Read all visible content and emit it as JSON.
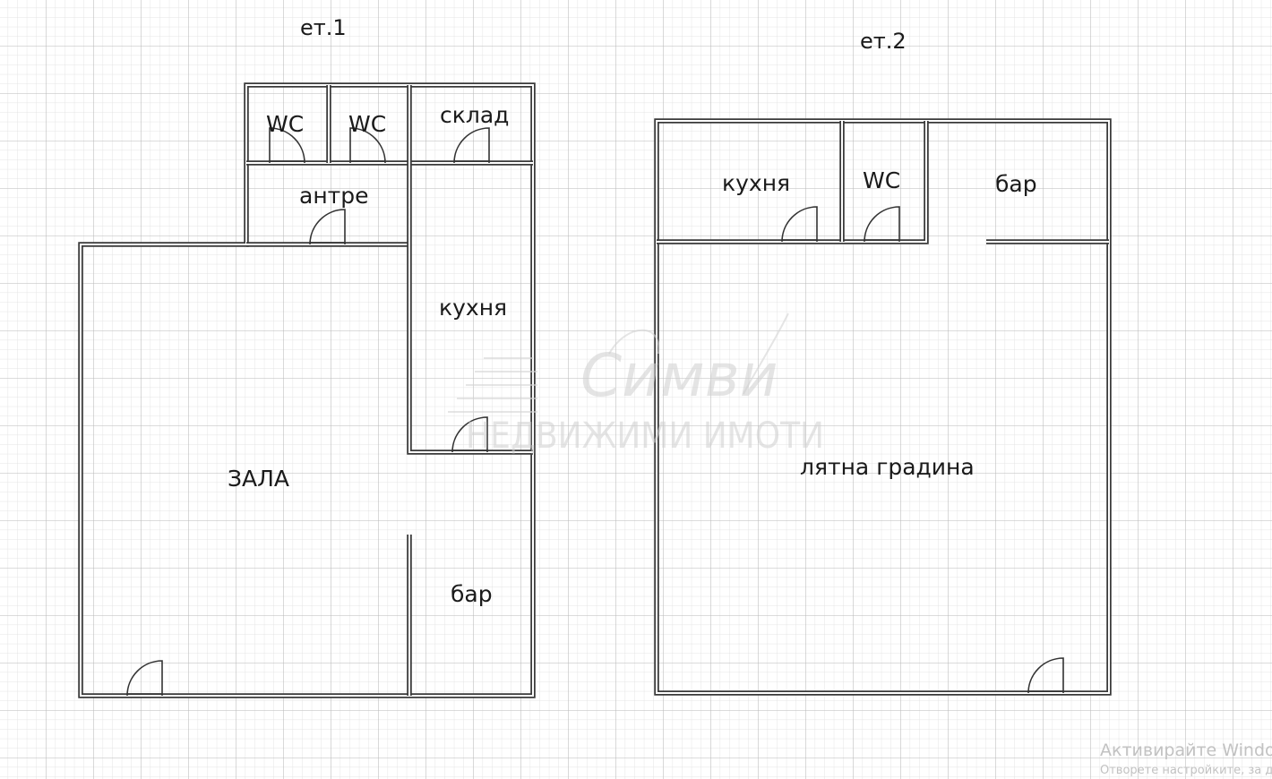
{
  "floor1": {
    "title": "ет.1",
    "rooms": {
      "wc1": "WC",
      "wc2": "WC",
      "storage": "склад",
      "hall": "антре",
      "kitchen": "кухня",
      "main_hall": "ЗАЛА",
      "bar": "бар"
    }
  },
  "floor2": {
    "title": "ет.2",
    "rooms": {
      "kitchen": "кухня",
      "wc": "WC",
      "bar": "бар",
      "garden": "лятна градина"
    }
  },
  "watermark": {
    "logo": "Симви",
    "subtitle": "НЕДВИЖИМИ ИМОТИ"
  },
  "activation": {
    "line1": "Активирайте Windows",
    "line2": "Отворете настройките, за да"
  }
}
